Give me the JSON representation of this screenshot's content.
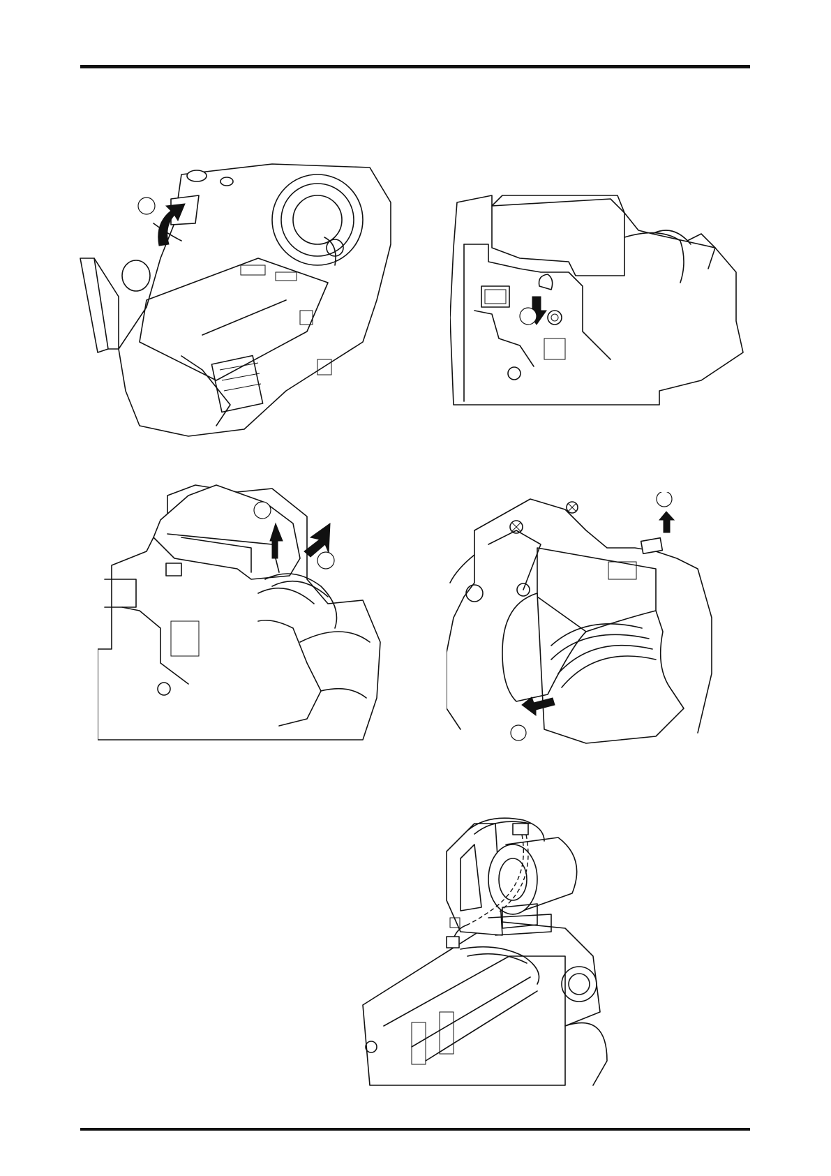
{
  "page": {
    "footer_text": ""
  },
  "figures": [
    {
      "id": "fig-1",
      "callouts": 1
    },
    {
      "id": "fig-2",
      "callouts": 1
    },
    {
      "id": "fig-3",
      "callouts": 2
    },
    {
      "id": "fig-4",
      "callouts": 2
    },
    {
      "id": "fig-5",
      "callouts": 0
    }
  ]
}
